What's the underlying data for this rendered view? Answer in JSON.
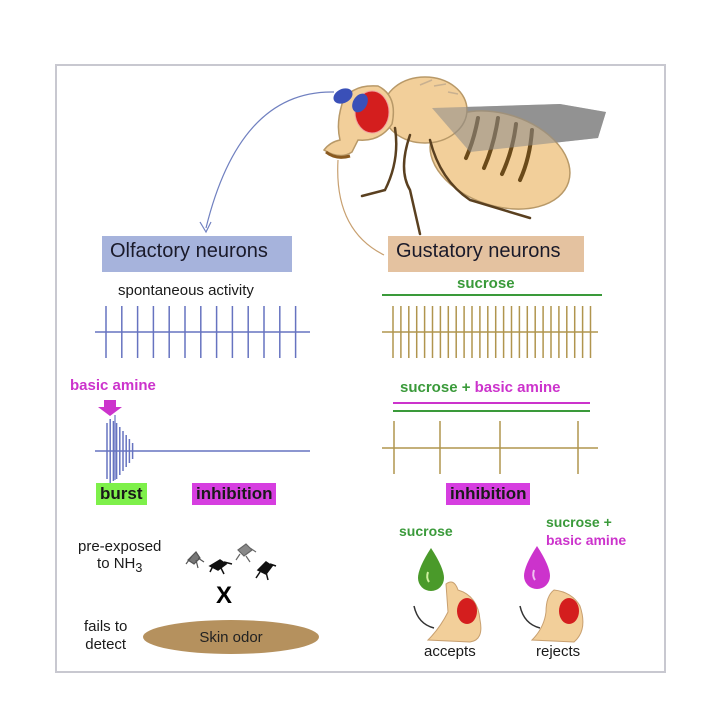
{
  "labels": {
    "olfactory": "Olfactory neurons",
    "gustatory": "Gustatory neurons",
    "spontaneous": "spontaneous activity",
    "basic_amine": "basic amine",
    "burst": "burst",
    "inhibition_left": "inhibition",
    "sucrose_top": "sucrose",
    "sucrose_plus": "sucrose + ",
    "basic_amine_right": "basic amine",
    "inhibition_right": "inhibition",
    "pre_exposed_line1": "pre-exposed",
    "pre_exposed_line2": "to NH",
    "pre_exposed_sub": "3",
    "cross": "X",
    "fails_line1": "fails to",
    "fails_line2": "detect",
    "skin_odor": "Skin odor",
    "drop_sucrose": "sucrose",
    "drop_mix_line1": "sucrose +",
    "drop_mix_line2": "basic amine",
    "accepts": "accepts",
    "rejects": "rejects"
  },
  "colors": {
    "olfactory_box": "#a6b3dc",
    "gustatory_box": "#e4c2a0",
    "olfactory_trace": "#6673c0",
    "gustatory_trace": "#b0954e",
    "sucrose_green": "#3a9a3a",
    "amine_magenta": "#cc33cc",
    "burst_tag": "#7ef04a",
    "inhibition_tag": "#d63ee0",
    "fly_body": "#f2cf9a",
    "fly_eye": "#d41e1e",
    "fly_antenna": "#3a50b8",
    "wing": "#8a8a8a",
    "skin_odor": "#b5915e"
  },
  "traces": {
    "spontaneous_spikes": 13,
    "sucrose_spikes": 26,
    "mix_spikes": 4,
    "burst_spikes": 9
  }
}
